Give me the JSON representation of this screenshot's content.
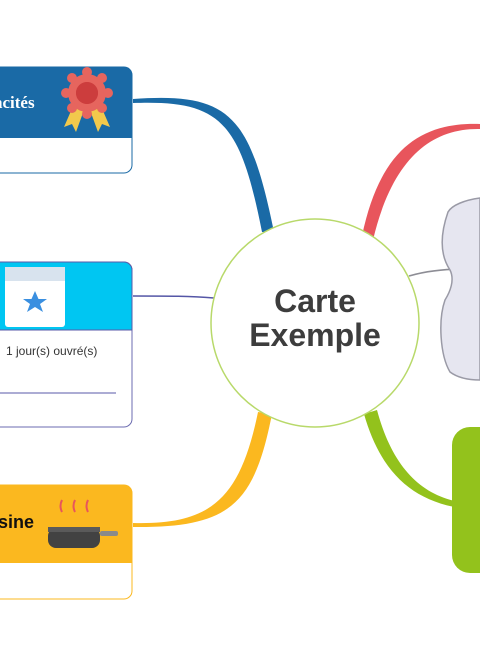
{
  "map": {
    "center": {
      "line1": "Carte",
      "line2": "Exemple"
    },
    "branches": [
      {
        "label": "acités",
        "color": "#1a6aa6",
        "icon": "award-ribbon-icon"
      },
      {
        "label": "",
        "color": "#00c6f2",
        "icon": "calendar-star-icon",
        "note": "1 jour(s) ouvré(s)"
      },
      {
        "label": "sine",
        "color": "#fbb81f",
        "icon": "frying-pan-icon"
      }
    ],
    "right_branches": [
      {
        "color": "#e8555c"
      },
      {
        "color": "#8d8d95"
      },
      {
        "color": "#93c21c"
      }
    ]
  }
}
